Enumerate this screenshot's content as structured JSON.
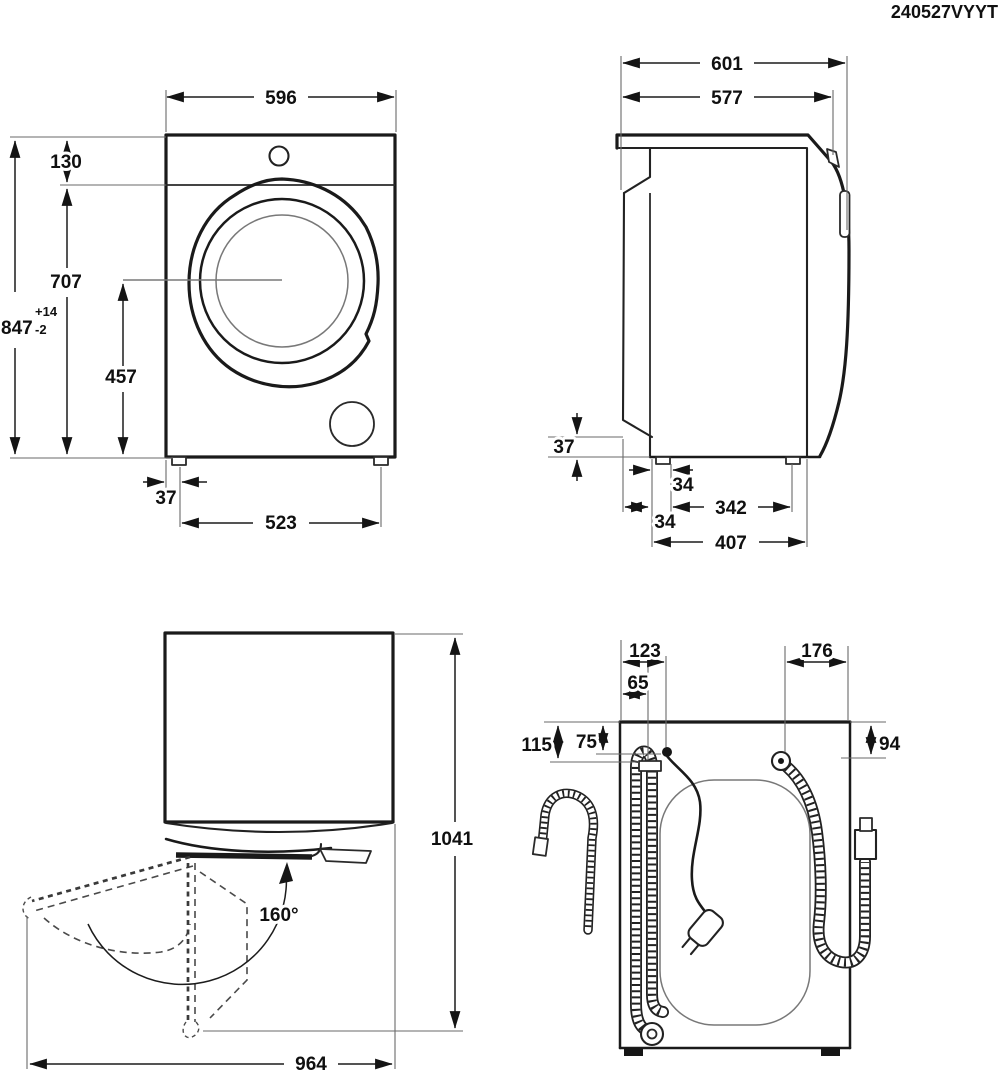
{
  "doc_number": "240527VYYT",
  "front_view": {
    "width": "596",
    "top_panel_height": "130",
    "body_height": "707",
    "total_height": "847",
    "total_height_tol_plus": "+14",
    "total_height_tol_minus": "-2",
    "door_center_height": "457",
    "foot_inset": "37",
    "feet_spacing": "523"
  },
  "side_view": {
    "depth_with_door": "601",
    "body_depth": "577",
    "base_height": "37",
    "foot_depth": "34",
    "feet_spacing": "342",
    "rear_clearance": "34",
    "base_depth": "407"
  },
  "open_door_view": {
    "depth_door_open": "1041",
    "width_door_open": "964",
    "door_angle": "160°"
  },
  "rear_view": {
    "power_cord_offset": "123",
    "drain_hose_offset": "65",
    "drain_hose_height": "115",
    "power_cord_height": "75",
    "inlet_hose_offset": "176",
    "inlet_hose_height": "94"
  }
}
